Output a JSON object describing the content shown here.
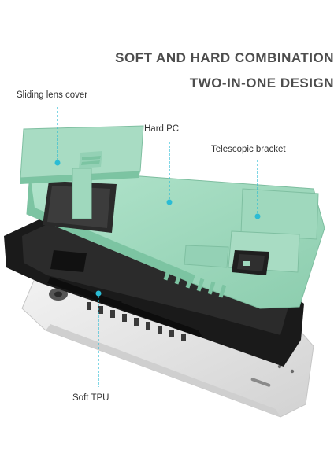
{
  "headline": {
    "line1": "SOFT AND HARD COMBINATION",
    "line2": "TWO-IN-ONE DESIGN"
  },
  "labels": {
    "sliding_lens_cover": "Sliding lens cover",
    "hard_pc": "Hard PC",
    "telescopic_bracket": "Telescopic bracket",
    "soft_tpu": "Soft TPU"
  },
  "colors": {
    "accent_leader": "#2bbcd4",
    "hard_pc_green": "#9fd8bd",
    "tpu_black": "#1a1a1a",
    "phone_silver": "#e4e4e4",
    "headline_gray": "#4d4d4d"
  }
}
